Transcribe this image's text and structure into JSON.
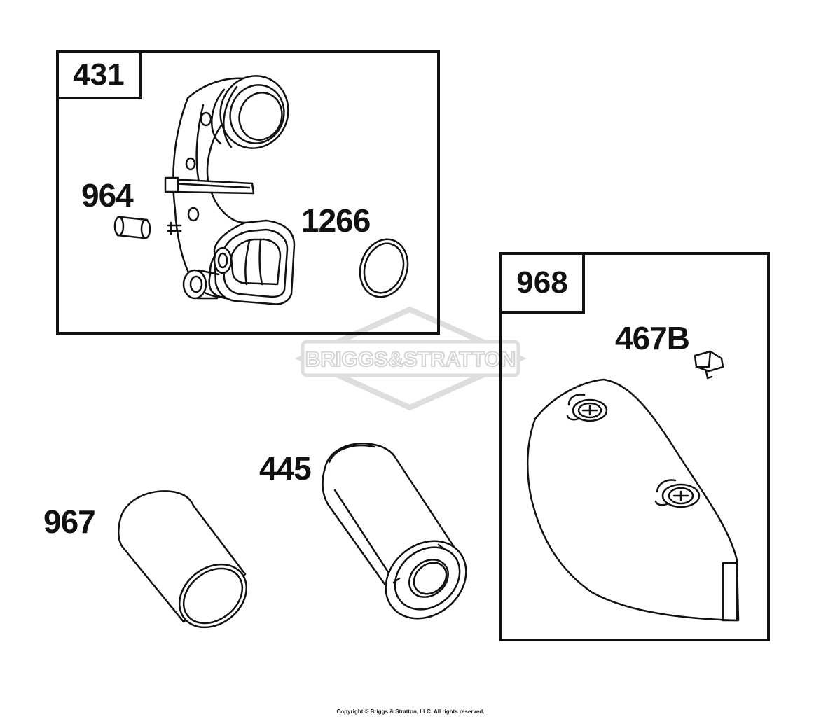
{
  "watermark": {
    "text": "BRIGGS&STRATTON"
  },
  "groups": [
    {
      "id": "431",
      "label": "431"
    },
    {
      "id": "968",
      "label": "968"
    }
  ],
  "parts": {
    "p964": "964",
    "p1266": "1266",
    "p467b": "467B",
    "p445": "445",
    "p967": "967"
  },
  "footer": {
    "copyright": "Copyright © Briggs & Stratton, LLC. All rights reserved."
  },
  "colors": {
    "line": "#111111",
    "watermark": "#d9d9d9"
  }
}
